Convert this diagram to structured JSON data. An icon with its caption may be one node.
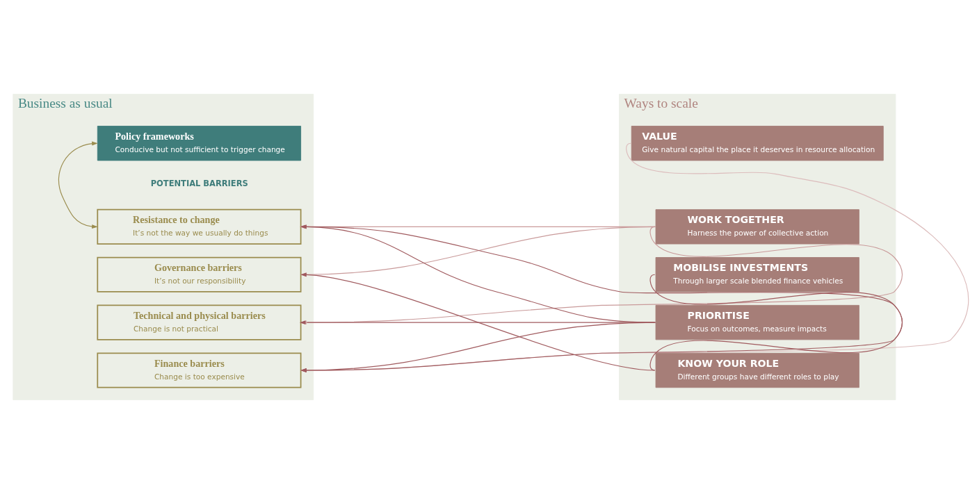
{
  "diagram": {
    "nodes": [
      {
        "text": [
          "Business as usual"
        ]
      },
      {
        "text": [
          "Policy frameworks",
          "Conducive but not sufficient to trigger change"
        ],
        "in": 0
      },
      {
        "text": [
          "Resistance to change",
          "It’s not the way we usually do things"
        ],
        "in": 0
      },
      {
        "text": [
          "Governance barriers",
          "It’s not our responsibility"
        ],
        "in": 0
      },
      {
        "text": [
          "Technical and physical barriers",
          "Change is not practical"
        ],
        "in": 0
      },
      {
        "text": [
          "Finance barriers",
          "Change is too expensive"
        ],
        "in": 0
      },
      {
        "text": [
          "Ways to scale"
        ]
      },
      {
        "text": [
          "VALUE",
          "Give natural capital the place it deserves in resource allocation"
        ],
        "in": 6
      },
      {
        "text": [
          "WORK TOGETHER",
          "Harness the power of collective action"
        ],
        "in": 6
      },
      {
        "text": [
          "MOBILISE INVESTMENTS",
          "Through larger scale blended finance vehicles"
        ],
        "in": 6
      },
      {
        "text": [
          "PRIORITISE",
          "Focus on outcomes, measure impacts"
        ],
        "in": 6
      },
      {
        "text": [
          "KNOW YOUR ROLE",
          "Different groups have different roles to play"
        ],
        "in": 6
      }
    ],
    "edges": [
      {
        "from": 1,
        "to": 2,
        "arrow": "both",
        "color": "#9a8c4e"
      },
      {
        "from": 7,
        "to": 5,
        "arrow": "to",
        "color": "#dcbcbc"
      },
      {
        "from": 8,
        "to": 2,
        "arrow": "to",
        "color": "#c99a9a"
      },
      {
        "from": 8,
        "to": 3,
        "arrow": "to",
        "color": "#c99a9a"
      },
      {
        "from": 8,
        "to": 4,
        "arrow": "to",
        "color": "#c99a9a"
      },
      {
        "from": 9,
        "to": 5,
        "arrow": "to"
      },
      {
        "from": 10,
        "to": 2,
        "arrow": "to"
      },
      {
        "from": 10,
        "to": 4,
        "arrow": "to"
      },
      {
        "from": 10,
        "to": 5,
        "arrow": "to"
      },
      {
        "from": 11,
        "to": 2,
        "arrow": "to"
      },
      {
        "from": 11,
        "to": 3,
        "arrow": "to"
      }
    ],
    "labels": [
      "POTENTIAL BARRIERS"
    ]
  }
}
